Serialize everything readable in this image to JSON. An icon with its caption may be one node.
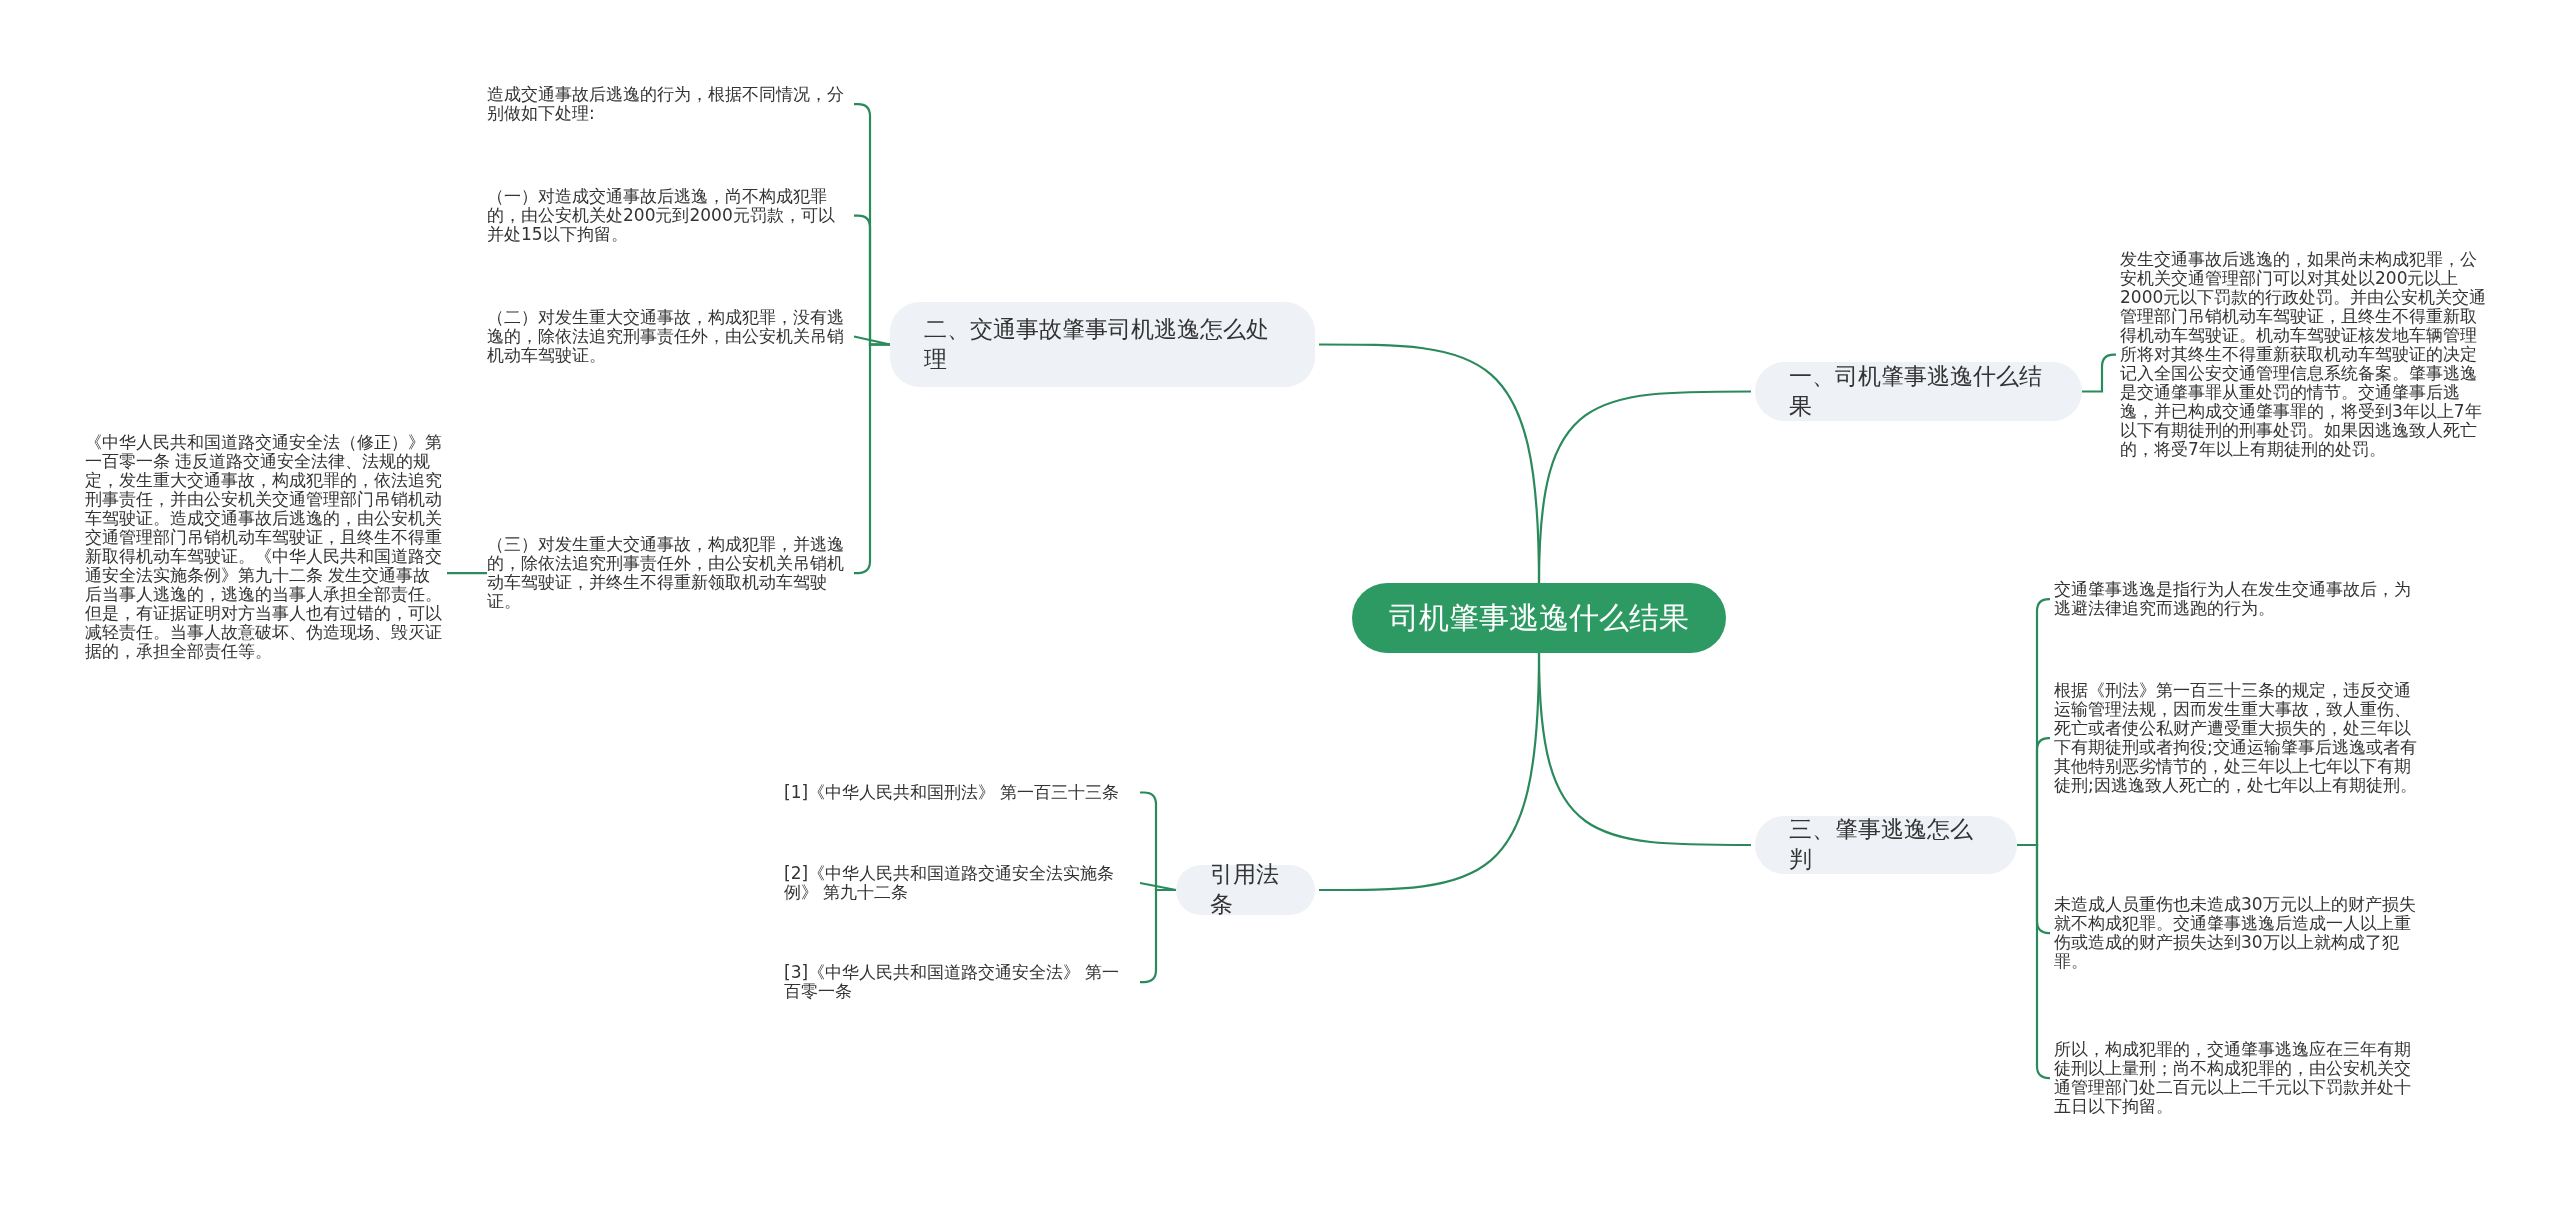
{
  "diagram": {
    "nodes": [
      {
        "text": [
          "司机肇事逃逸什么结果"
        ]
      },
      {
        "text": [
          "一、司机肇事逃逸什么结果"
        ]
      },
      {
        "text": [
          "发生交通事故后逃逸的，如果尚未构成犯罪，公安机关交通管理部门可以对其处以200元以上2000元以下罚款的行政处罚。并由公安机关交通管理部门吊销机动车驾驶证，且终生不得重新取得机动车驾驶证。机动车驾驶证核发地车辆管理所将对其终生不得重新获取机动车驾驶证的决定记入全国公安交通管理信息系统备案。肇事逃逸是交通肇事罪从重处罚的情节。交通肇事后逃逸，并已构成交通肇事罪的，将受到3年以上7年以下有期徒刑的刑事处罚。如果因逃逸致人死亡的，将受7年以上有期徒刑的处罚。"
        ]
      },
      {
        "text": [
          "二、交通事故肇事司机逃逸怎么处理"
        ]
      },
      {
        "text": [
          "造成交通事故后逃逸的行为，根据不同情况，分别做如下处理:"
        ]
      },
      {
        "text": [
          "（一）对造成交通事故后逃逸，尚不构成犯罪的，由公安机关处200元到2000元罚款，可以并处15以下拘留。"
        ]
      },
      {
        "text": [
          "（二）对发生重大交通事故，构成犯罪，没有逃逸的，除依法追究刑事责任外，由公安机关吊销机动车驾驶证。"
        ]
      },
      {
        "text": [
          "（三）对发生重大交通事故，构成犯罪，并逃逸的，除依法追究刑事责任外，由公安机关吊销机动车驾驶证，并终生不得重新领取机动车驾驶证。"
        ]
      },
      {
        "text": [
          "《中华人民共和国道路交通安全法（修正）》第一百零一条 违反道路交通安全法律、法规的规定，发生重大交通事故，构成犯罪的，依法追究刑事责任，并由公安机关交通管理部门吊销机动车驾驶证。造成交通事故后逃逸的，由公安机关交通管理部门吊销机动车驾驶证，且终生不得重新取得机动车驾驶证。《中华人民共和国道路交通安全法实施条例》第九十二条 发生交通事故后当事人逃逸的，逃逸的当事人承担全部责任。但是，有证据证明对方当事人也有过错的，可以减轻责任。当事人故意破坏、伪造现场、毁灭证据的，承担全部责任等。"
        ]
      },
      {
        "text": [
          "三、肇事逃逸怎么判"
        ]
      },
      {
        "text": [
          "交通肇事逃逸是指行为人在发生交通事故后，为逃避法律追究而逃跑的行为。"
        ]
      },
      {
        "text": [
          "根据《刑法》第一百三十三条的规定，违反交通运输管理法规，因而发生重大事故，致人重伤、死亡或者使公私财产遭受重大损失的，处三年以下有期徒刑或者拘役;交通运输肇事后逃逸或者有其他特别恶劣情节的，处三年以上七年以下有期徒刑;因逃逸致人死亡的，处七年以上有期徒刑。"
        ]
      },
      {
        "text": [
          "未造成人员重伤也未造成30万元以上的财产损失就不构成犯罪。交通肇事逃逸后造成一人以上重伤或造成的财产损失达到30万以上就构成了犯罪。"
        ]
      },
      {
        "text": [
          "所以，构成犯罪的，交通肇事逃逸应在三年有期徒刑以上量刑；尚不构成犯罪的，由公安机关交通管理部门处二百元以上二千元以下罚款并处十五日以下拘留。"
        ]
      },
      {
        "text": [
          "引用法条"
        ]
      },
      {
        "text": [
          "[1]《中华人民共和国刑法》 第一百三十三条"
        ]
      },
      {
        "text": [
          "[2]《中华人民共和国道路交通安全法实施条例》 第九十二条"
        ]
      },
      {
        "text": [
          "[3]《中华人民共和国道路交通安全法》 第一百零一条"
        ]
      }
    ],
    "edges": [
      {
        "from": 0,
        "to": 1,
        "arrow": "none"
      },
      {
        "from": 1,
        "to": 2,
        "arrow": "none"
      },
      {
        "from": 0,
        "to": 3,
        "arrow": "none"
      },
      {
        "from": 3,
        "to": 4,
        "arrow": "none"
      },
      {
        "from": 3,
        "to": 5,
        "arrow": "none"
      },
      {
        "from": 3,
        "to": 6,
        "arrow": "none"
      },
      {
        "from": 3,
        "to": 7,
        "arrow": "none"
      },
      {
        "from": 7,
        "to": 8,
        "arrow": "none"
      },
      {
        "from": 0,
        "to": 9,
        "arrow": "none"
      },
      {
        "from": 9,
        "to": 10,
        "arrow": "none"
      },
      {
        "from": 9,
        "to": 11,
        "arrow": "none"
      },
      {
        "from": 9,
        "to": 12,
        "arrow": "none"
      },
      {
        "from": 9,
        "to": 13,
        "arrow": "none"
      },
      {
        "from": 0,
        "to": 14,
        "arrow": "none"
      },
      {
        "from": 14,
        "to": 15,
        "arrow": "none"
      },
      {
        "from": 14,
        "to": 16,
        "arrow": "none"
      },
      {
        "from": 14,
        "to": 17,
        "arrow": "none"
      }
    ]
  }
}
